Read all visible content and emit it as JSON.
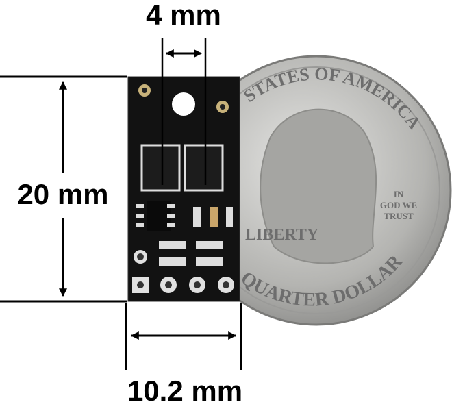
{
  "dimensions": {
    "sensor_spacing": "4 mm",
    "board_height": "20 mm",
    "board_width": "10.2 mm"
  },
  "coin": {
    "top_legend": "STATES OF AMERICA",
    "motto": [
      "IN",
      "GOD WE",
      "TRUST"
    ],
    "bottom_legend": "QUARTER DOLLAR",
    "liberty": "LIBERTY"
  },
  "colors": {
    "board": "#111111",
    "coin": "#b9b9b6",
    "pads": "#d8d8d8"
  }
}
